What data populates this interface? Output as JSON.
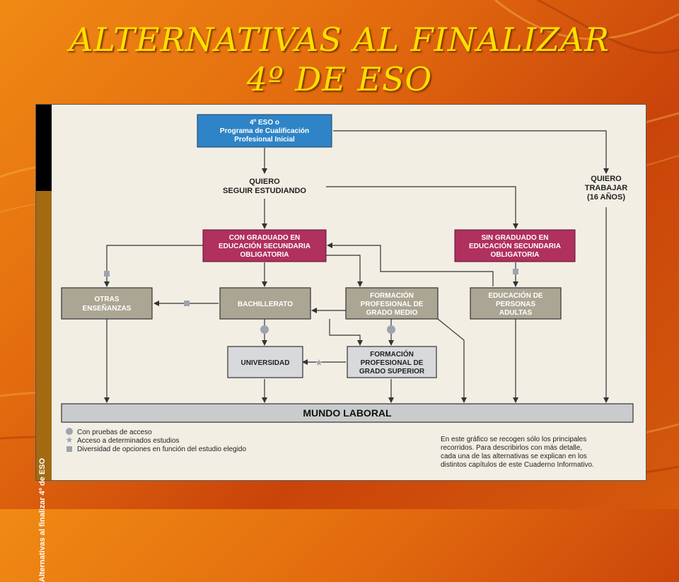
{
  "title": {
    "line1": "ALTERNATIVAS AL FINALIZAR",
    "line2": "4º DE ESO"
  },
  "side_label": "Alternativas al finalizar 4º de ESO",
  "colors": {
    "start_box": "#2e84c6",
    "graduado_box": "#b0305e",
    "option_box": "#aba693",
    "destination_box": "#d7d9dc",
    "mundo_laboral": "#c9cbcd"
  },
  "boxes": {
    "start": [
      "4º ESO o",
      "Programa de Cualificación",
      "Profesional Inicial"
    ],
    "quiero_seguir": [
      "QUIERO",
      "SEGUIR ESTUDIANDO"
    ],
    "quiero_trabajar": [
      "QUIERO",
      "TRABAJAR",
      "(16 AÑOS)"
    ],
    "con_graduado": [
      "CON GRADUADO EN",
      "EDUCACIÓN SECUNDARIA",
      "OBLIGATORIA"
    ],
    "sin_graduado": [
      "SIN GRADUADO EN",
      "EDUCACIÓN SECUNDARIA",
      "OBLIGATORIA"
    ],
    "otras_ensenanzas": [
      "OTRAS",
      "ENSEÑANZAS"
    ],
    "bachillerato": [
      "BACHILLERATO"
    ],
    "fp_medio": [
      "FORMACIÓN",
      "PROFESIONAL DE",
      "GRADO MEDIO"
    ],
    "educacion_adultos": [
      "EDUCACIÓN DE",
      "PERSONAS",
      "ADULTAS"
    ],
    "universidad": [
      "UNIVERSIDAD"
    ],
    "fp_superior": [
      "FORMACIÓN",
      "PROFESIONAL DE",
      "GRADO SUPERIOR"
    ],
    "mundo_laboral": [
      "MUNDO LABORAL"
    ]
  },
  "legend": [
    {
      "symbol": "circle",
      "label": "Con pruebas de acceso"
    },
    {
      "symbol": "star",
      "label": "Acceso a determinados estudios"
    },
    {
      "symbol": "square",
      "label": "Diversidad de opciones en función del estudio elegido"
    }
  ],
  "note": [
    "En este gráfico se recogen sólo los principales",
    "recorridos. Para describirlos con más detalle,",
    "cada una de las alternativas se explican en los",
    "distintos capítulos de este Cuaderno Informativo."
  ]
}
